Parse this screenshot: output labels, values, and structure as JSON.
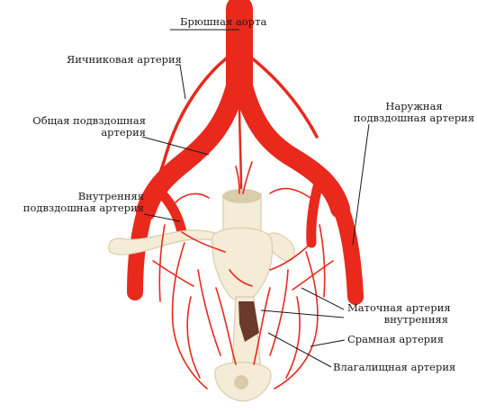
{
  "colors": {
    "artery": "#e8291c",
    "artery_dark": "#b81d12",
    "organ": "#f4ecd6",
    "organ_shade": "#d9ccaa",
    "leader": "#1a1a1a"
  },
  "labels": {
    "abdominal_aorta": "Брюшная аорта",
    "ovarian_artery": "Яичниковая артерия",
    "common_iliac_1": "Общая подвздошная",
    "common_iliac_2": "артерия",
    "external_iliac_1": "Наружная",
    "external_iliac_2": "подвздошная артерия",
    "internal_iliac_1": "Внутренняя",
    "internal_iliac_2": "подвздошная артерия",
    "uterine_1": "Маточная артерия",
    "uterine_2": "внутренняя",
    "pudendal": "Срамная артерия",
    "vaginal": "Влагалищная артерия"
  }
}
